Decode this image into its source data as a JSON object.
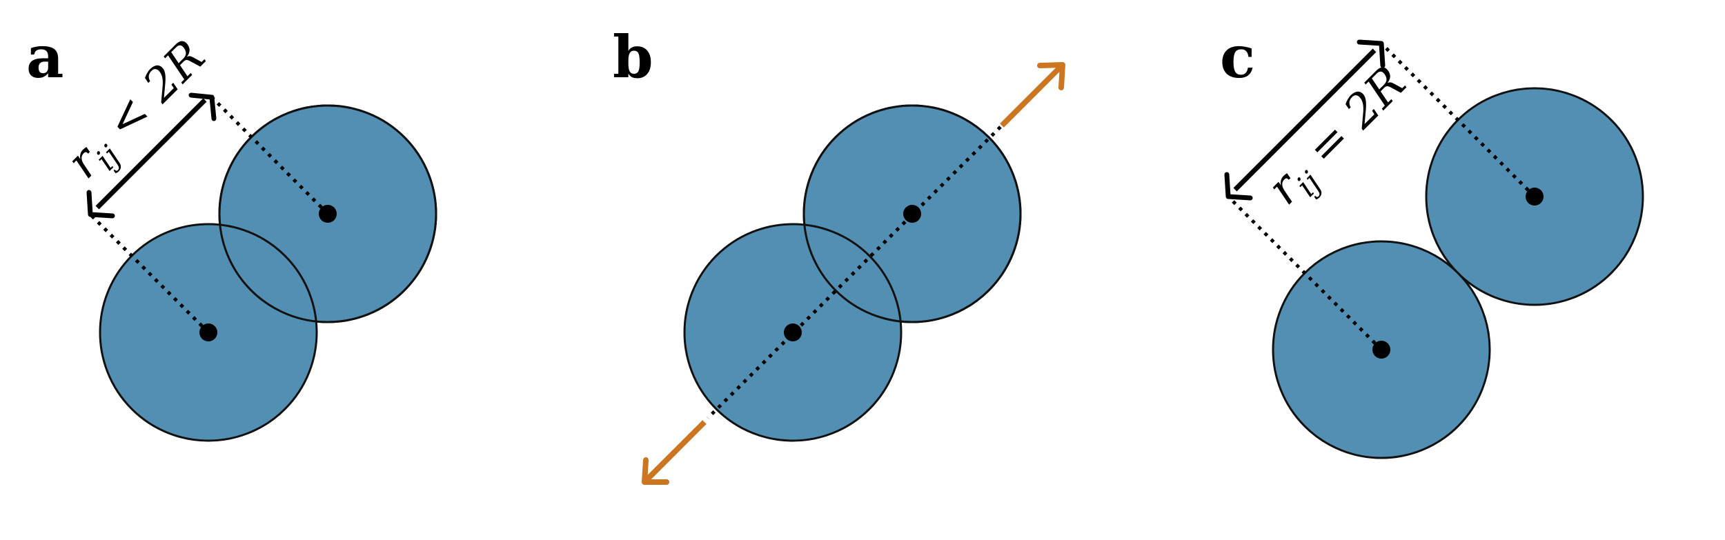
{
  "colors": {
    "disk_fill": "#528fb2",
    "force_arrow": "#cc7621"
  },
  "panels": [
    {
      "letter": "a",
      "relation": "<",
      "distance_label": {
        "r": "r",
        "sub": "ij",
        "relation": " < 2R"
      }
    },
    {
      "letter": "b"
    },
    {
      "letter": "c",
      "relation": "=",
      "distance_label": {
        "r": "r",
        "sub": "ij",
        "relation": " = 2R"
      }
    }
  ]
}
